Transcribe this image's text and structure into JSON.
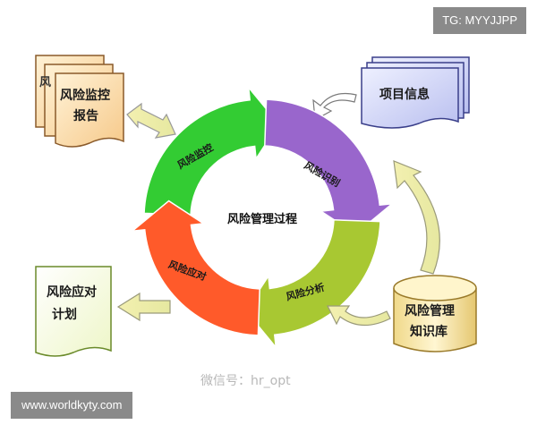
{
  "watermarks": {
    "top_right": "TG: MYYJJPP",
    "bottom_left": "www.worldkyty.com",
    "wechat": "微信号：hr_opt"
  },
  "diagram": {
    "center_label": "风险管理过程",
    "cycle_steps": [
      {
        "label": "风险监控",
        "color": "#33cc33"
      },
      {
        "label": "风险识别",
        "color": "#9966cc"
      },
      {
        "label": "风险分析",
        "color": "#a8c832"
      },
      {
        "label": "风险应对",
        "color": "#ff5a2a"
      }
    ],
    "boxes": {
      "report": {
        "line1": "风险监控",
        "line2": "报告",
        "back_char": "风"
      },
      "project_info": {
        "label": "项目信息"
      },
      "knowledge_base": {
        "line1": "风险管理",
        "line2": "知识库"
      },
      "response_plan": {
        "line1": "风险应对",
        "line2": "计划"
      }
    }
  }
}
